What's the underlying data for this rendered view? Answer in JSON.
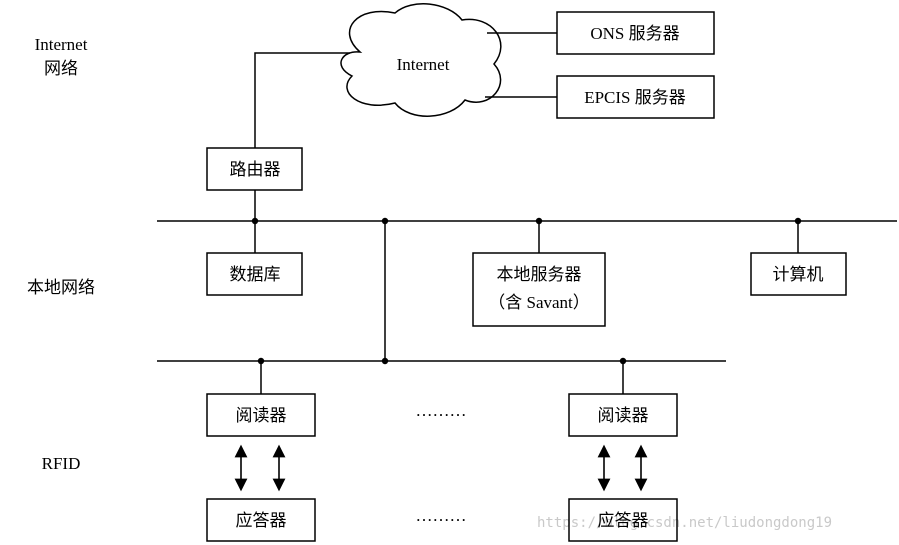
{
  "layers": {
    "internet_line1": "Internet",
    "internet_line2": "网络",
    "local": "本地网络",
    "rfid": "RFID"
  },
  "cloud_label": "Internet",
  "boxes": {
    "ons": "ONS 服务器",
    "epcis": "EPCIS 服务器",
    "router": "路由器",
    "database": "数据库",
    "local_server_line1": "本地服务器",
    "local_server_line2": "（含 Savant）",
    "computer": "计算机",
    "reader_left": "阅读器",
    "reader_right": "阅读器",
    "responder_left": "应答器",
    "responder_right": "应答器"
  },
  "ellipsis_upper": "………",
  "ellipsis_lower": "………",
  "watermark": "https://blog.csdn.net/liudongdong19"
}
